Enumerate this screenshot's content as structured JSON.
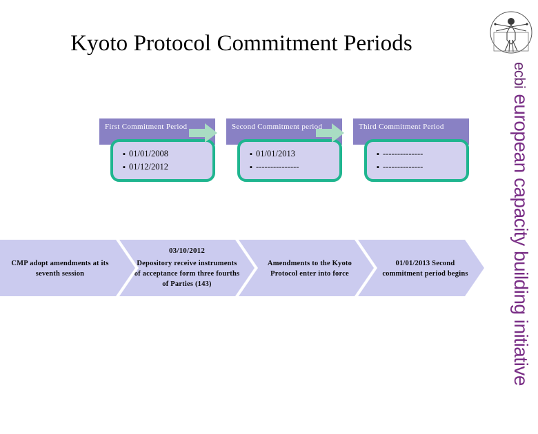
{
  "slide": {
    "title": "Kyoto Protocol Commitment Periods"
  },
  "periods": [
    {
      "header": "First  Commitment Period",
      "bullets": [
        "01/01/2008",
        "01/12/2012"
      ]
    },
    {
      "header": "Second Commitment period",
      "bullets": [
        "01/01/2013",
        "---------------"
      ]
    },
    {
      "header": "Third Commitment Period",
      "bullets": [
        "--------------",
        "--------------"
      ]
    }
  ],
  "connector_icon": "right-arrow-icon",
  "timeline": [
    {
      "date": "",
      "text": "CMP adopt amendments at its seventh session"
    },
    {
      "date": "03/10/2012",
      "text": "Depository receive instruments of acceptance form three fourths of Parties (143)"
    },
    {
      "date": "",
      "text": "Amendments to the Kyoto Protocol enter into force"
    },
    {
      "date": "",
      "text": "01/01/2013 Second commitment period begins"
    }
  ],
  "sidebar": {
    "logo_icon": "vitruvian-man-logo-icon",
    "abbrev": "ecbi",
    "full_name": "european capacity building initiative"
  },
  "colors": {
    "header_purple": "#8981c4",
    "body_lavender": "#d3d1ef",
    "teal_border": "#1fb58f",
    "arrow_green": "#a9dcc3",
    "chevron_lavender": "#cbcbef",
    "brand_purple": "#7a2f86"
  }
}
